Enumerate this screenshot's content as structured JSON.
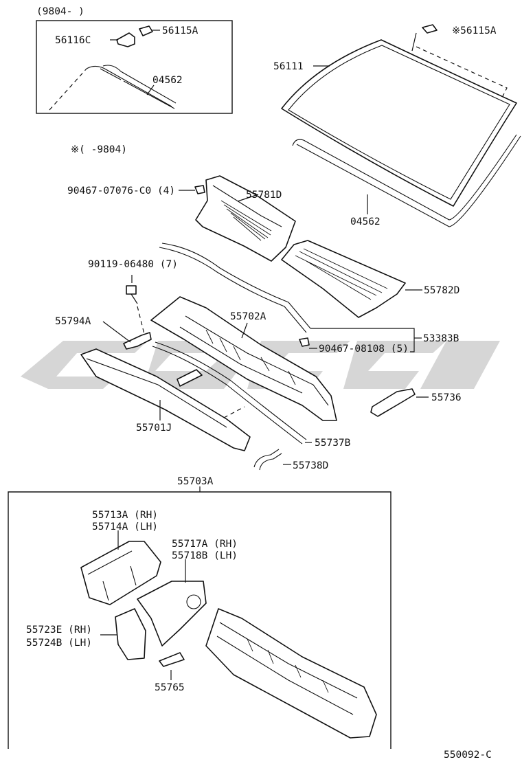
{
  "diagram": {
    "inset_date_range": "(9804-      )",
    "variant_note": "※(      -9804)",
    "figure_code": "550092-C"
  },
  "callouts": [
    {
      "id": "56115A_inset",
      "text": "56115A"
    },
    {
      "id": "56116C",
      "text": "56116C"
    },
    {
      "id": "04562_inset",
      "text": "04562"
    },
    {
      "id": "56115A_top",
      "text": "※56115A"
    },
    {
      "id": "56111",
      "text": "56111"
    },
    {
      "id": "04562_main",
      "text": "04562"
    },
    {
      "id": "90467_07076",
      "text": "90467-07076-C0 (4)"
    },
    {
      "id": "55781D",
      "text": "55781D"
    },
    {
      "id": "90119_06480",
      "text": "90119-06480 (7)"
    },
    {
      "id": "55782D",
      "text": "55782D"
    },
    {
      "id": "55794A",
      "text": "55794A"
    },
    {
      "id": "55702A",
      "text": "55702A"
    },
    {
      "id": "53383B",
      "text": "53383B"
    },
    {
      "id": "90467_08108",
      "text": "90467-08108 (5)"
    },
    {
      "id": "55736",
      "text": "55736"
    },
    {
      "id": "55701J",
      "text": "55701J"
    },
    {
      "id": "55737B",
      "text": "55737B"
    },
    {
      "id": "55738D",
      "text": "55738D"
    },
    {
      "id": "55703A",
      "text": "55703A"
    },
    {
      "id": "55713A",
      "text": "55713A (RH)"
    },
    {
      "id": "55714A",
      "text": "55714A (LH)"
    },
    {
      "id": "55717A",
      "text": "55717A (RH)"
    },
    {
      "id": "55718B",
      "text": "55718B (LH)"
    },
    {
      "id": "55723E",
      "text": "55723E (RH)"
    },
    {
      "id": "55724B",
      "text": "55724B (LH)"
    },
    {
      "id": "55765",
      "text": "55765"
    }
  ]
}
